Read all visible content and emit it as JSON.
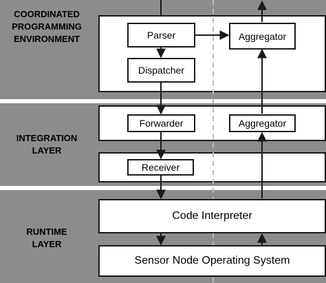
{
  "layers": {
    "coordinated": "COORDINATED\nPROGRAMMING\nENVIRONMENT",
    "integration": "INTEGRATION\nLAYER",
    "runtime": "RUNTIME\nLAYER"
  },
  "nodes": {
    "parser": "Parser",
    "dispatcher": "Dispatcher",
    "aggregator_top": "Aggregator",
    "forwarder": "Forwarder",
    "aggregator_mid": "Aggregator",
    "receiver": "Receiver",
    "code_interpreter": "Code Interpreter",
    "sensor_os": "Sensor Node Operating System"
  },
  "colors": {
    "layer_band": "#8c8c8c",
    "separator": "#ffffff",
    "box_fill": "#ffffff",
    "line": "#1a1a1a",
    "dashed_divider": "#bdbdbd"
  }
}
